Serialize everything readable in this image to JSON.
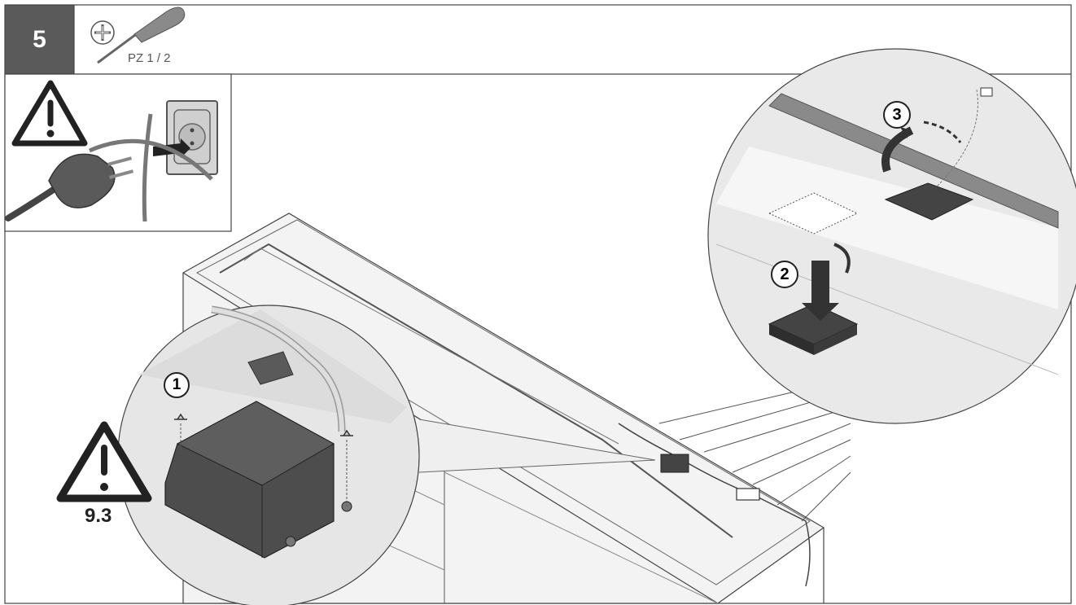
{
  "header": {
    "step_number": "5",
    "tool": {
      "label": "PZ 1 / 2",
      "icon": "phillips-screwdriver-icon"
    }
  },
  "warnings": {
    "unplug": {
      "icon": "warning-triangle-icon"
    },
    "reference": {
      "icon": "warning-triangle-icon",
      "label": "9.3"
    }
  },
  "callouts": [
    "1",
    "2",
    "3"
  ],
  "colors": {
    "badge": "#5a5a5a",
    "line": "#333333",
    "panel": "#e6e6e6",
    "dark_part": "#4a4a4a"
  }
}
